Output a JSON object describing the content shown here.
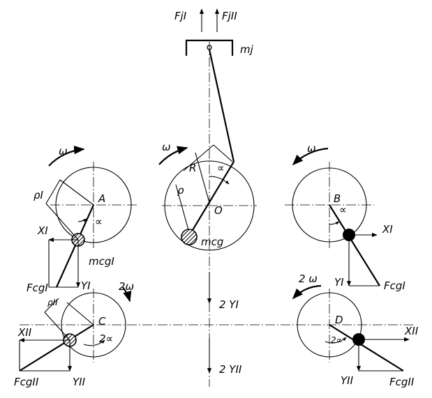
{
  "labels": {
    "fj1": "FjI",
    "fj2": "FjII",
    "mj": "mj",
    "omega_center": "ω",
    "R": "R",
    "rho_center": "ρ",
    "alpha_center": "∝",
    "O": "O",
    "mcg": "mcg",
    "two_y1": "2 YI",
    "two_y2": "2 YII",
    "omega_A": "ω",
    "rho1": "ρI",
    "A": "A",
    "alpha_A": "∝",
    "x1_A": "XI",
    "mcg1": "mcgI",
    "fcg1_A": "FcgI",
    "y1_A": "YI",
    "omega_B": "ω",
    "B": "B",
    "alpha_B": "∝",
    "x1_B": "XI",
    "y1_B": "YI",
    "fcg1_B": "FcgI",
    "two_omega_C": "2ω",
    "rho2": "ρII",
    "C": "C",
    "two_alpha_C": "2∝",
    "x2_C": "XII",
    "fcg2_C": "FcgII",
    "y2_C": "YII",
    "two_omega_D": "2 ω",
    "D": "D",
    "two_alpha_D": "2∝",
    "x2_D": "XII",
    "y2_D": "YII",
    "fcg2_D": "FcgII"
  }
}
